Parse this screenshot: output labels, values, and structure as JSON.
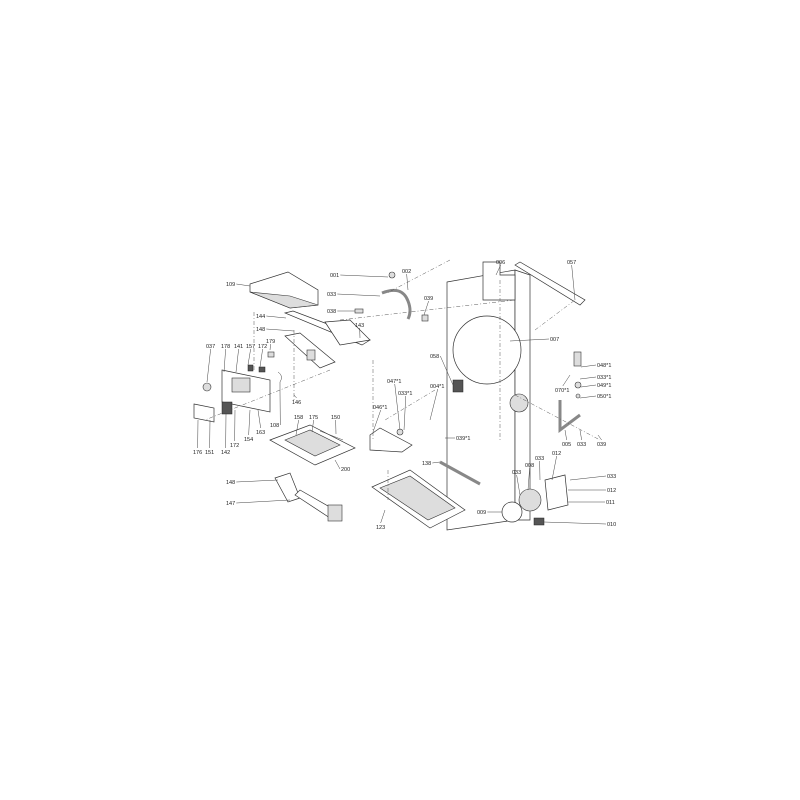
{
  "diagram": {
    "labels": [
      "109",
      "001",
      "002",
      "033",
      "038",
      "039",
      "006",
      "057",
      "144",
      "148",
      "143",
      "179",
      "037",
      "178",
      "141",
      "157",
      "172",
      "058",
      "007",
      "048*1",
      "033*1",
      "049*1",
      "050*1",
      "070*1",
      "047*1",
      "033*1",
      "004*1",
      "046*1",
      "146",
      "108",
      "163",
      "154",
      "176",
      "151",
      "142",
      "172",
      "158",
      "175",
      "150",
      "039*1",
      "005",
      "033",
      "039",
      "012",
      "033",
      "008",
      "033",
      "033",
      "012",
      "011",
      "010",
      "009",
      "138",
      "200",
      "148",
      "147",
      "123"
    ]
  }
}
